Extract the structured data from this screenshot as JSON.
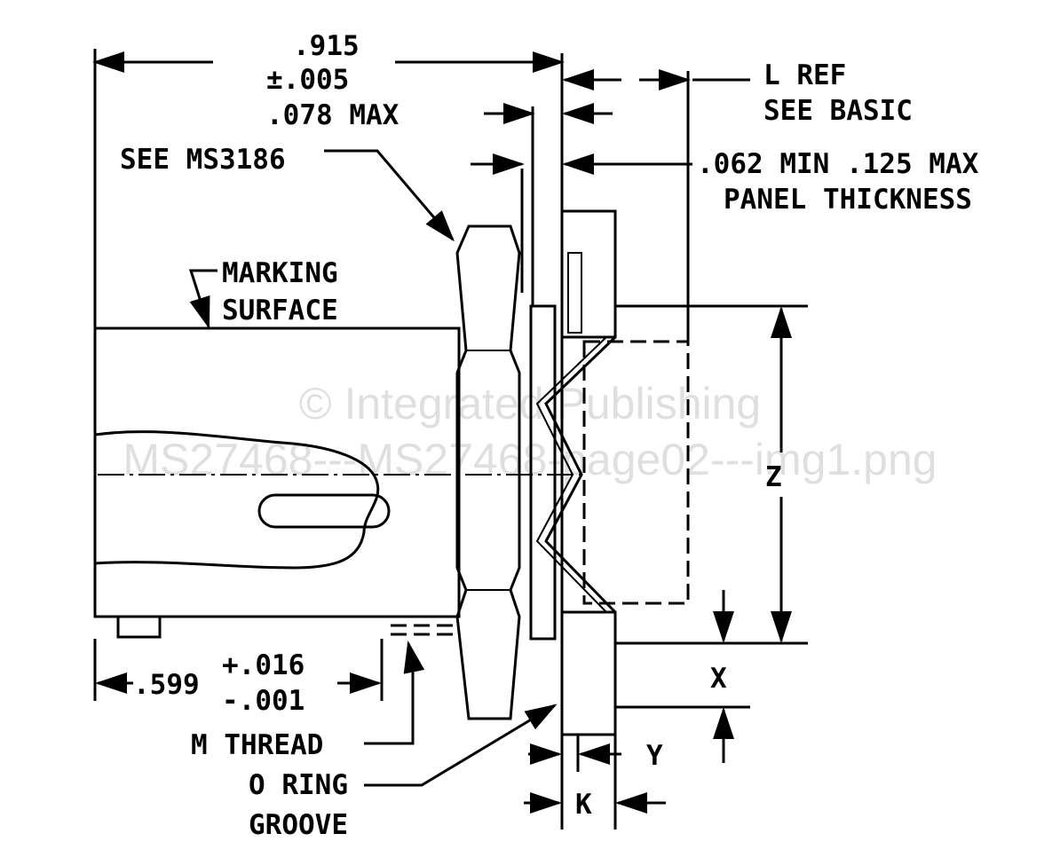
{
  "dimensions": {
    "overall_length": ".915",
    "overall_tol": "±.005",
    "nut_max": ".078 MAX",
    "nut_ref": "SEE MS3186",
    "l_ref": "L REF",
    "see_basic": "SEE BASIC",
    "panel_range": ".062 MIN .125 MAX",
    "panel_label": "PANEL THICKNESS",
    "marking_1": "MARKING",
    "marking_2": "SURFACE",
    "z": "Z",
    "x": "X",
    "y": "Y",
    "k": "K",
    "thread_len": ".599",
    "thread_tol_plus": "+.016",
    "thread_tol_minus": "-.001",
    "m_thread": "M THREAD",
    "oring_1": "O RING",
    "oring_2": "GROOVE"
  },
  "watermark": {
    "line1": "© Integrated Publishing",
    "line2": "MS27468---MS27468-page02---img1.png"
  }
}
